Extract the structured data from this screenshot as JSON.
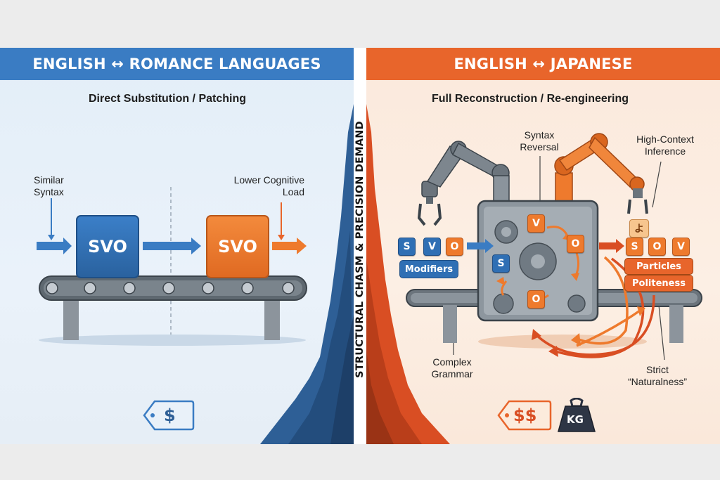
{
  "left": {
    "header": "ENGLISH ↔ ROMANCE LANGUAGES",
    "subtitle": "Direct Substitution / Patching",
    "label_similar_syntax": [
      "Similar",
      "Syntax"
    ],
    "label_lower_cognitive": [
      "Lower Cognitive",
      "Load"
    ],
    "block_source": "SVO",
    "block_target": "SVO",
    "price_tag": "$"
  },
  "center": {
    "vertical_label": "STRUCTURAL CHASM & PRECISION DEMAND"
  },
  "right": {
    "header": "ENGLISH ↔ JAPANESE",
    "subtitle": "Full Reconstruction / Re-engineering",
    "label_syntax_reversal": [
      "Syntax",
      "Reversal"
    ],
    "label_high_context": [
      "High-Context",
      "Inference"
    ],
    "label_complex_grammar": [
      "Complex",
      "Grammar"
    ],
    "label_strict_naturalness": [
      "Strict",
      "“Naturalness”"
    ],
    "input_tiles": [
      "S",
      "V",
      "O"
    ],
    "modifiers": "Modifiers",
    "machine_tiles": {
      "v": "V",
      "o1": "O",
      "s": "S",
      "o2": "O"
    },
    "held_tile": "よ",
    "output_tiles": [
      "S",
      "O",
      "V"
    ],
    "particles": "Particles",
    "politeness": "Politeness",
    "price_tag": "$$",
    "weight": "KG"
  },
  "colors": {
    "blue": "#2f6fb4",
    "orange": "#ee7a2d",
    "header_blue": "#3a7cc3",
    "header_orange": "#e8652b"
  }
}
